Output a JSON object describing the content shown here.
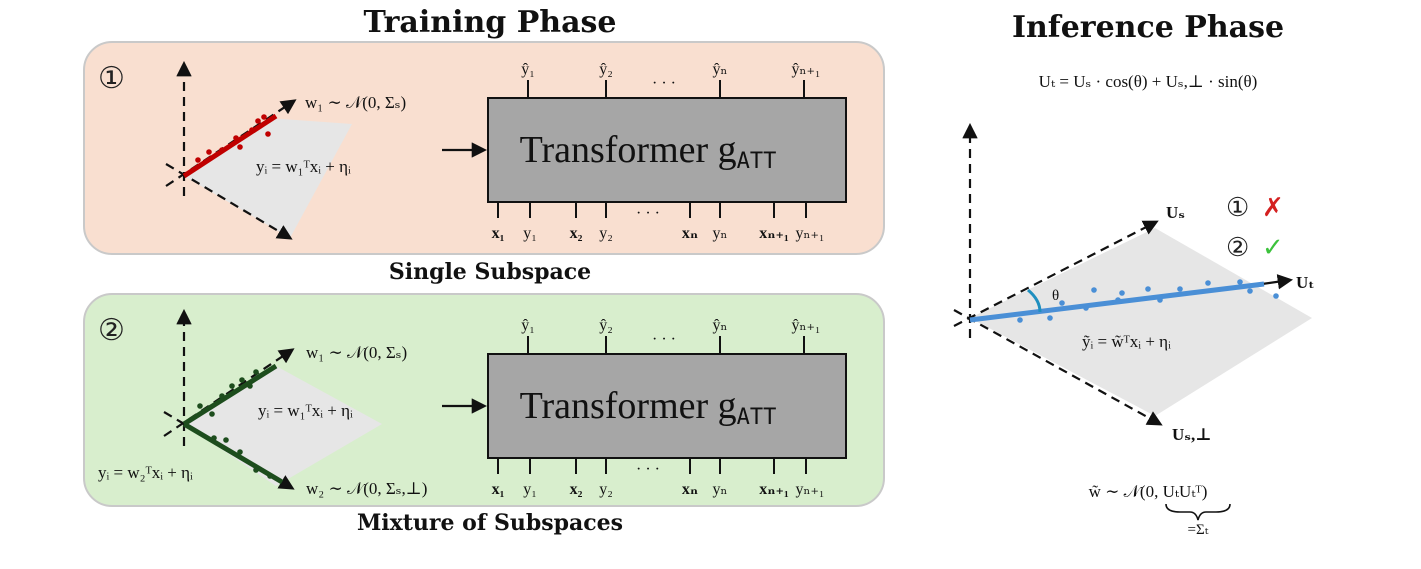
{
  "titles": {
    "training": "Training Phase",
    "inference": "Inference Phase",
    "single": "Single Subspace",
    "mixture": "Mixture of Subspaces"
  },
  "panel1": {
    "marker": "①",
    "w_dist": "w₁ ∼ 𝒩(0, Σₛ)",
    "y_eq": "yᵢ = w₁ᵀxᵢ + ηᵢ"
  },
  "panel2": {
    "marker": "②",
    "w1_dist": "w₁ ∼ 𝒩(0, Σₛ)",
    "w2_dist": "w₂ ∼ 𝒩(0, Σₛ,⊥)",
    "y1_eq": "yᵢ = w₁ᵀxᵢ + ηᵢ",
    "y2_eq": "yᵢ = w₂ᵀxᵢ + ηᵢ"
  },
  "transformer": {
    "label": "Transformer g",
    "subscript": "ATT",
    "outputs": [
      "ŷ₁",
      "ŷ₂",
      "ŷₙ",
      "ŷₙ₊₁"
    ],
    "inputs": [
      "x₁",
      "y₁",
      "x₂",
      "y₂",
      "xₙ",
      "yₙ",
      "xₙ₊₁",
      "yₙ₊₁"
    ],
    "ellipsis": "· · ·"
  },
  "inference": {
    "equation": "Uₜ = Uₛ · cos(θ) + Uₛ,⊥ · sin(θ)",
    "U_s": "Uₛ",
    "U_t": "Uₜ",
    "U_sperp": "Uₛ,⊥",
    "theta": "θ",
    "y_eq": "ỹᵢ = w̃ᵀxᵢ + ηᵢ",
    "w_dist": "w̃ ∼ 𝒩(0, UₜUₜᵀ)",
    "sigma_t": "=Σₜ",
    "option1": "①",
    "option2": "②",
    "cross": "✗",
    "check": "✓"
  },
  "colors": {
    "panel1_bg": "#f9dfd0",
    "panel2_bg": "#d8eecd",
    "red_line": "#c00000",
    "green_line": "#1d4d1d",
    "blue_line": "#4a8fd6",
    "box_fill": "#a6a6a6",
    "plane": "#e6e6e6",
    "cross_red": "#d42020",
    "check_green": "#3cc23c"
  }
}
